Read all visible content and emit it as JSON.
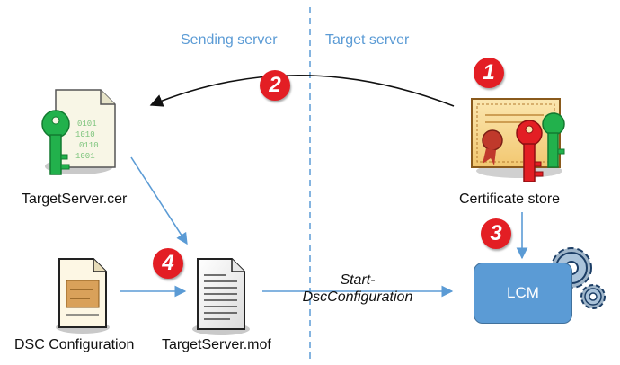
{
  "zones": {
    "left": "Sending server",
    "right": "Target server"
  },
  "nodes": {
    "cer": "TargetServer.cer",
    "cert_store": "Certificate store",
    "dsc_config": "DSC Configuration",
    "mof": "TargetServer.mof",
    "lcm": "LCM"
  },
  "steps": [
    "1",
    "2",
    "3",
    "4"
  ],
  "edge_label": {
    "line1": "Start-",
    "line2": "DscConfiguration"
  },
  "colors": {
    "zone_text": "#5b9bd5",
    "arrow_blue": "#5b9bd5",
    "badge_red": "#e31e24",
    "key_green": "#22b14c",
    "key_red": "#e31e24",
    "lcm_fill": "#5b9bd5"
  },
  "icons": {
    "cer": "certificate-file-with-green-key-icon",
    "cert_store": "certificate-with-keys-icon",
    "dsc_config": "document-icon",
    "mof": "document-icon",
    "lcm": "gears-icon"
  }
}
